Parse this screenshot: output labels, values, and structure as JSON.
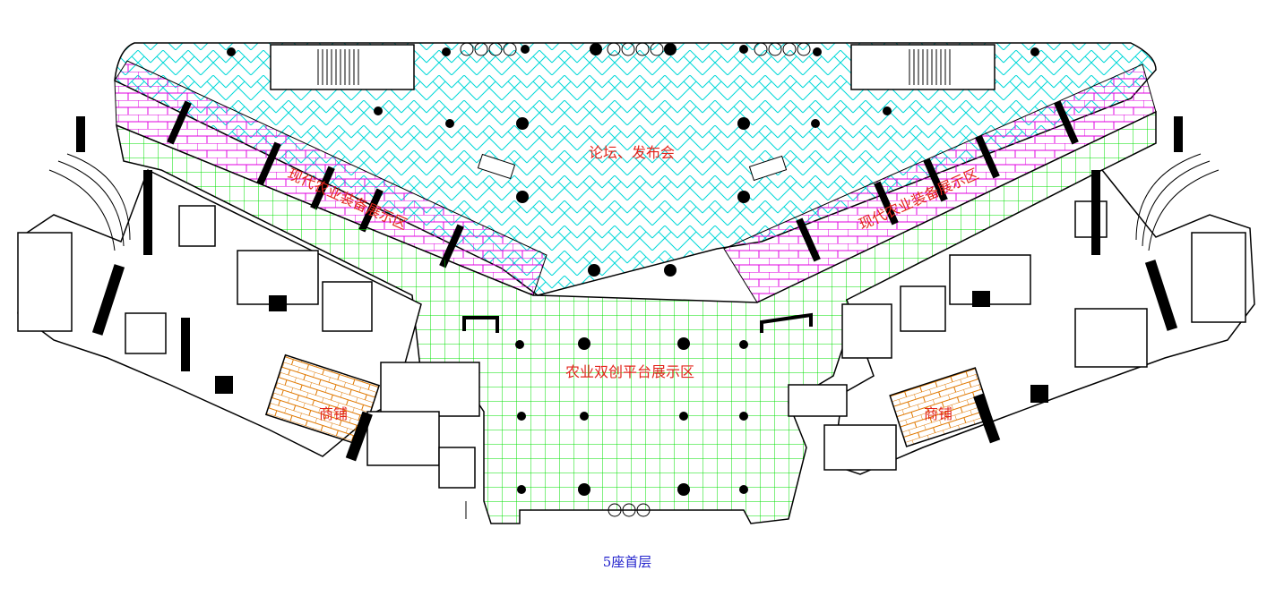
{
  "plan": {
    "caption": "5座首层",
    "zones": {
      "forum": "论坛、发布会",
      "equip_left": "现代农业装备展示区",
      "equip_right": "现代农业装备展示区",
      "platform": "农业双创平台展示区",
      "shop_left": "商铺",
      "shop_right": "商铺"
    }
  },
  "colors": {
    "forum_hatch": "#00d8d8",
    "equipment_hatch": "#e000e0",
    "platform_grid": "#00e000",
    "shop_hatch": "#e07800",
    "walls": "#000000",
    "label_text": "#e3241b",
    "caption_text": "#2222cc"
  }
}
